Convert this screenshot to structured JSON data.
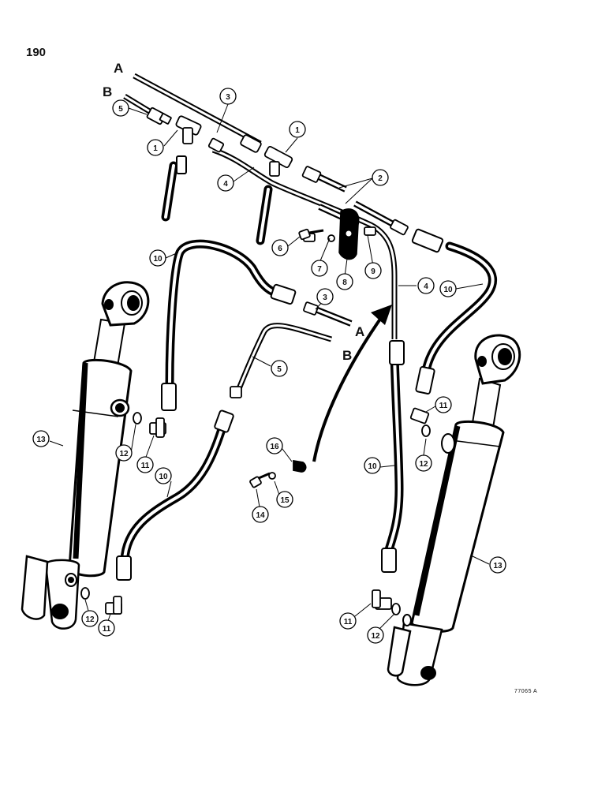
{
  "page_number": "190",
  "figure_code": "77065 A",
  "line_labels": {
    "a": "A",
    "b": "B"
  },
  "callouts": [
    "1",
    "1",
    "2",
    "3",
    "3",
    "4",
    "4",
    "5",
    "5",
    "6",
    "7",
    "8",
    "9",
    "10",
    "10",
    "10",
    "10",
    "11",
    "11",
    "11",
    "11",
    "12",
    "12",
    "12",
    "12",
    "13",
    "13",
    "14",
    "15",
    "16"
  ]
}
